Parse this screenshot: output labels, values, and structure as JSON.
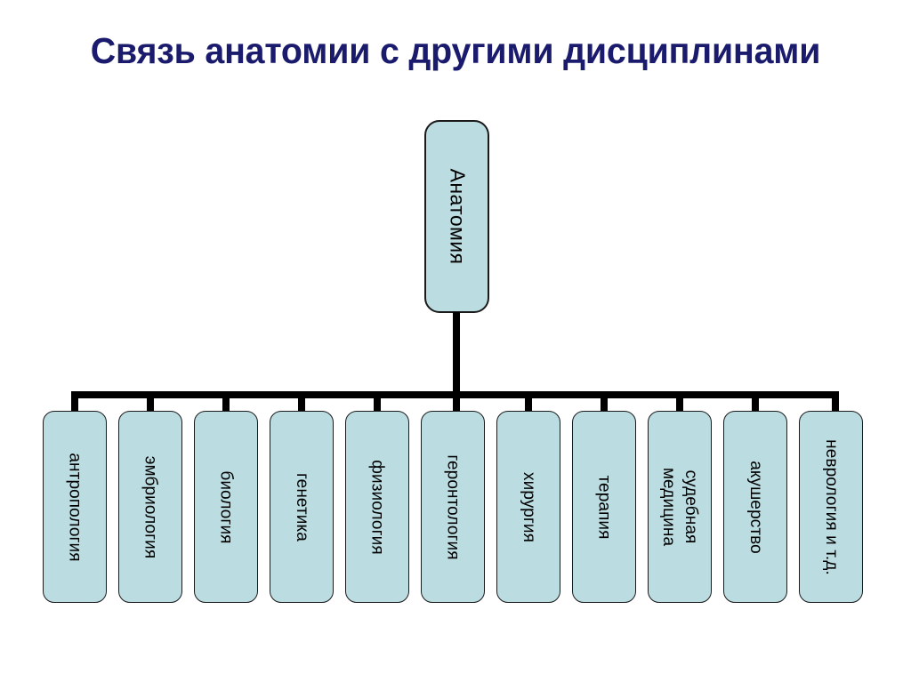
{
  "slide": {
    "title": "Связь анатомии с другими дисциплинами",
    "title_color": "#1b1b6e",
    "background_color": "#ffffff"
  },
  "diagram": {
    "type": "hierarchy-tree",
    "node_fill_color": "#bbdde2",
    "node_border_color": "#1a1a1a",
    "connector_color": "#000000",
    "text_orientation": "vertical-rotated-90",
    "root": {
      "label": "Анатомия"
    },
    "children": [
      {
        "label": "антропология"
      },
      {
        "label": "эмбриология"
      },
      {
        "label": "биология"
      },
      {
        "label": "генетика"
      },
      {
        "label": "физиология"
      },
      {
        "label": "геронтология"
      },
      {
        "label": "хирургия"
      },
      {
        "label": "терапия"
      },
      {
        "label": "судебная\nмедицина"
      },
      {
        "label": "акушерство"
      },
      {
        "label": "неврология и т.д."
      }
    ]
  }
}
